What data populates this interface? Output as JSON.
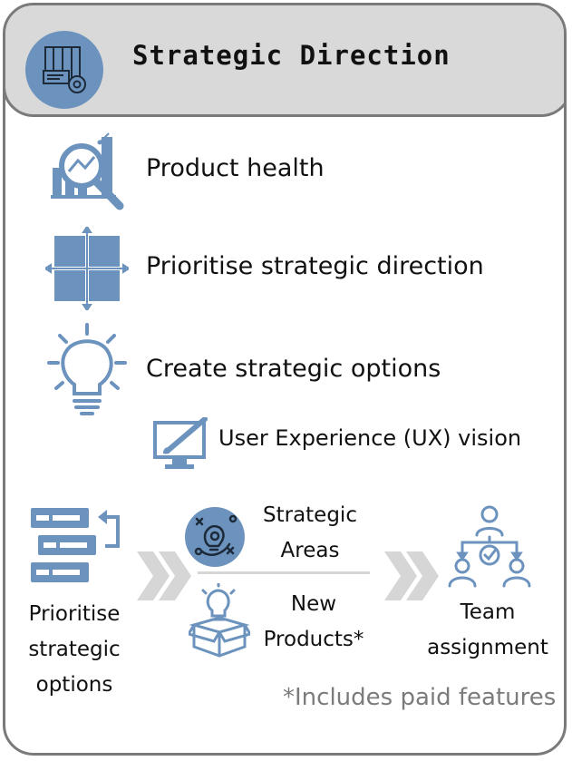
{
  "header": {
    "title": "Strategic Direction",
    "icon": "strategy-board-gear-icon"
  },
  "items": [
    {
      "label": "Product health",
      "icon": "analytics-magnifier-icon"
    },
    {
      "label": "Prioritise strategic direction",
      "icon": "quadrant-grid-icon"
    },
    {
      "label": "Create strategic options",
      "icon": "lightbulb-icon"
    }
  ],
  "sub_item": {
    "label": "User Experience (UX) vision",
    "icon": "monitor-brush-icon"
  },
  "flow": {
    "start": {
      "lines": [
        "Prioritise",
        "strategic",
        "options"
      ],
      "icon": "ranked-list-icon"
    },
    "middle_top": {
      "lines": [
        "Strategic",
        "Areas"
      ],
      "icon": "strategy-play-icon"
    },
    "middle_bottom": {
      "lines": [
        "New",
        "Products*"
      ],
      "icon": "box-idea-icon"
    },
    "end": {
      "lines": [
        "Team",
        "assignment"
      ],
      "icon": "team-hierarchy-icon"
    }
  },
  "footnote": "*Includes paid features",
  "colors": {
    "accent": "#6c93bd",
    "border": "#7a7a7a",
    "header_bg": "#d9d9d9",
    "arrow": "#d6d6d6"
  }
}
